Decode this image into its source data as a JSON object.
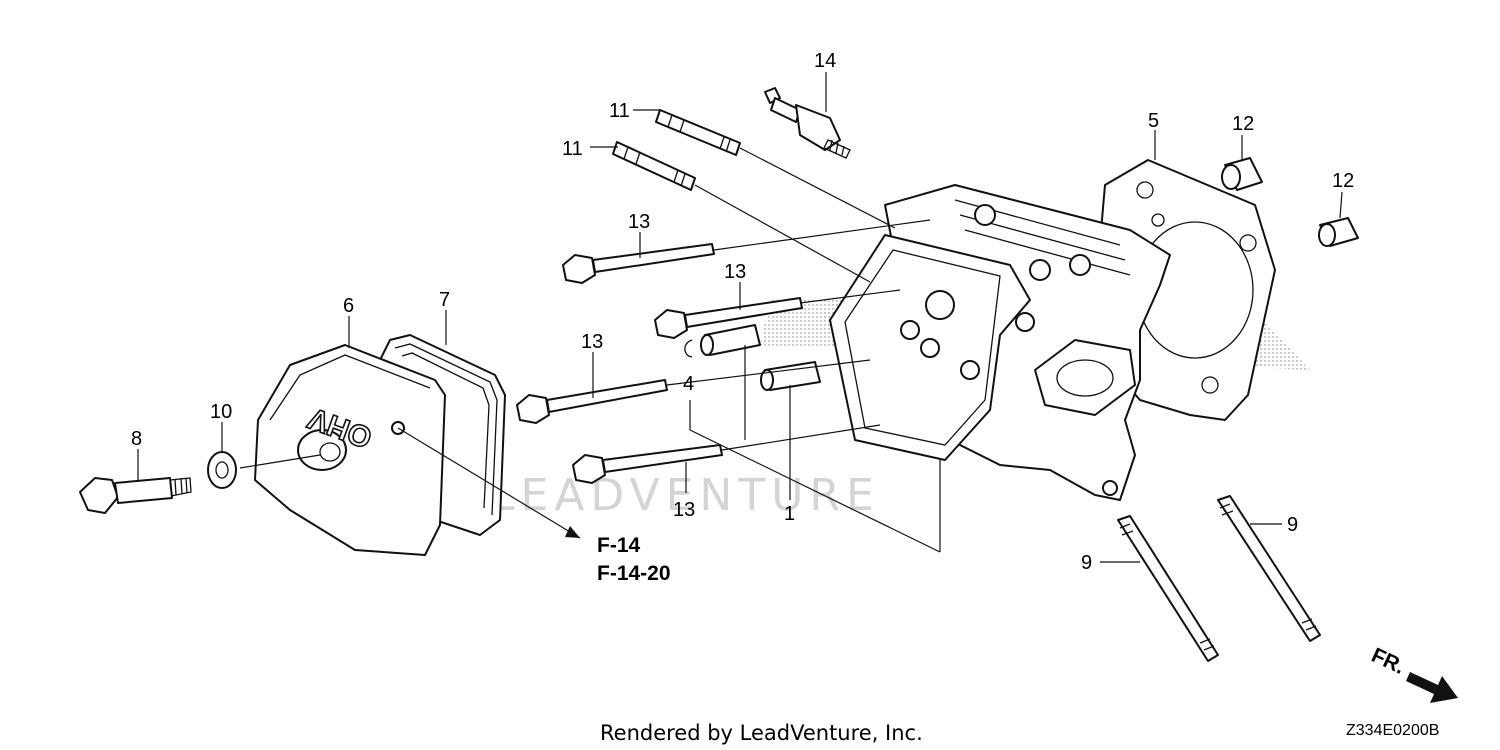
{
  "diagram": {
    "part_labels": [
      "1",
      "4",
      "5",
      "6",
      "7",
      "8",
      "9",
      "9",
      "10",
      "11",
      "11",
      "12",
      "12",
      "13",
      "13",
      "13",
      "13",
      "14"
    ],
    "references": [
      "F-14",
      "F-14-20"
    ],
    "direction_marker": "FR.",
    "embossed_text": "OHV",
    "diagram_code": "Z334E0200B",
    "footer_text": "Rendered by LeadVenture, Inc.",
    "watermark": "LEADVENTURE"
  }
}
